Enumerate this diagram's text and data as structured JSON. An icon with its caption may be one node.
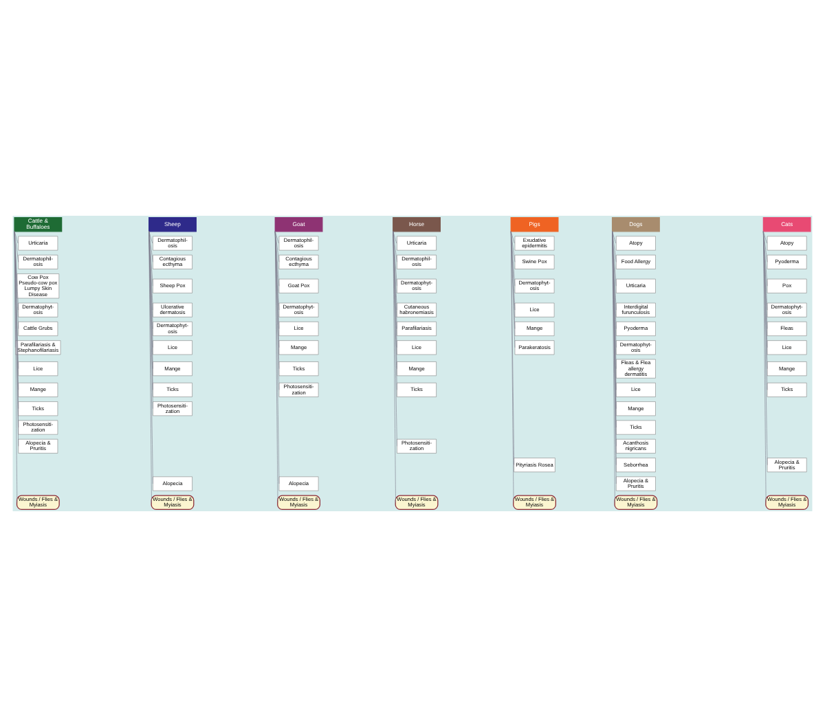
{
  "diagram": {
    "nodes": [
      {
        "text": [
          "Cattle & Buffaloes"
        ]
      },
      {
        "text": [
          "Urticaria"
        ]
      },
      {
        "text": [
          "Dermatophil- osis"
        ]
      },
      {
        "text": [
          "Cow Pox Pseudo-cow pox Lumpy Skin Disease"
        ]
      },
      {
        "text": [
          "Dermatophyt- osis"
        ]
      },
      {
        "text": [
          "Cattle Grubs"
        ]
      },
      {
        "text": [
          "Parafilariasis & Stephanofilariasis"
        ]
      },
      {
        "text": [
          "Lice"
        ]
      },
      {
        "text": [
          "Mange"
        ]
      },
      {
        "text": [
          "Ticks"
        ]
      },
      {
        "text": [
          "Photosensiti- zation"
        ]
      },
      {
        "text": [
          "Alopecia & Pruritis"
        ]
      },
      {
        "text": [
          "Wounds / Flies & Myiasis"
        ]
      },
      {
        "text": [
          "Sheep"
        ]
      },
      {
        "text": [
          "Dermatophil- osis"
        ]
      },
      {
        "text": [
          "Contagious ecthyma"
        ]
      },
      {
        "text": [
          "Sheep Pox"
        ]
      },
      {
        "text": [
          "Ulcerative dermatosis"
        ]
      },
      {
        "text": [
          "Dermatophyt- osis"
        ]
      },
      {
        "text": [
          "Lice"
        ]
      },
      {
        "text": [
          "Mange"
        ]
      },
      {
        "text": [
          "Ticks"
        ]
      },
      {
        "text": [
          "Photosensiti- zation"
        ]
      },
      {
        "text": [
          "Alopecia"
        ]
      },
      {
        "text": [
          "Wounds / Flies & Myiasis"
        ]
      },
      {
        "text": [
          "Goat"
        ]
      },
      {
        "text": [
          "Dermatophil- osis"
        ]
      },
      {
        "text": [
          "Contagious ecthyma"
        ]
      },
      {
        "text": [
          "Goat Pox"
        ]
      },
      {
        "text": [
          "Dermatophyt- osis"
        ]
      },
      {
        "text": [
          "Lice"
        ]
      },
      {
        "text": [
          "Mange"
        ]
      },
      {
        "text": [
          "Ticks"
        ]
      },
      {
        "text": [
          "Photosensiti- zation"
        ]
      },
      {
        "text": [
          "Alopecia"
        ]
      },
      {
        "text": [
          "Wounds / Flies & Myiasis"
        ]
      },
      {
        "text": [
          "Horse"
        ]
      },
      {
        "text": [
          "Urticaria"
        ]
      },
      {
        "text": [
          "Dermatophil- osis"
        ]
      },
      {
        "text": [
          "Dermatophyt- osis"
        ]
      },
      {
        "text": [
          "Cutaneous habronemiasis"
        ]
      },
      {
        "text": [
          "Parafilariasis"
        ]
      },
      {
        "text": [
          "Lice"
        ]
      },
      {
        "text": [
          "Mange"
        ]
      },
      {
        "text": [
          "Ticks"
        ]
      },
      {
        "text": [
          "Photosensiti- zation"
        ]
      },
      {
        "text": [
          "Wounds / Flies & Myiasis"
        ]
      },
      {
        "text": [
          "Pigs"
        ]
      },
      {
        "text": [
          "Exudative epidermitis"
        ]
      },
      {
        "text": [
          "Swine Pox"
        ]
      },
      {
        "text": [
          "Dermatophyt- osis"
        ]
      },
      {
        "text": [
          "Lice"
        ]
      },
      {
        "text": [
          "Mange"
        ]
      },
      {
        "text": [
          "Parakeratosis"
        ]
      },
      {
        "text": [
          "Pityriasis Rosea"
        ]
      },
      {
        "text": [
          "Wounds / Flies & Myiasis"
        ]
      },
      {
        "text": [
          "Dogs"
        ]
      },
      {
        "text": [
          "Atopy"
        ]
      },
      {
        "text": [
          "Food Allergy"
        ]
      },
      {
        "text": [
          "Urticaria"
        ]
      },
      {
        "text": [
          "Interdigital furunculosis"
        ]
      },
      {
        "text": [
          "Pyoderma"
        ]
      },
      {
        "text": [
          "Dermatophyt- osis"
        ]
      },
      {
        "text": [
          "Fleas & Flea allergy dermatitis"
        ]
      },
      {
        "text": [
          "Lice"
        ]
      },
      {
        "text": [
          "Mange"
        ]
      },
      {
        "text": [
          "Ticks"
        ]
      },
      {
        "text": [
          "Acanthosis nigricans"
        ]
      },
      {
        "text": [
          "Seborrhea"
        ]
      },
      {
        "text": [
          "Alopecia & Pruritis"
        ]
      },
      {
        "text": [
          "Wounds / Flies & Myiasis"
        ]
      },
      {
        "text": [
          "Cats"
        ]
      },
      {
        "text": [
          "Atopy"
        ]
      },
      {
        "text": [
          "Pyoderma"
        ]
      },
      {
        "text": [
          "Pox"
        ]
      },
      {
        "text": [
          "Dermatophyt- osis"
        ]
      },
      {
        "text": [
          "Fleas"
        ]
      },
      {
        "text": [
          "Lice"
        ]
      },
      {
        "text": [
          "Mange"
        ]
      },
      {
        "text": [
          "Ticks"
        ]
      },
      {
        "text": [
          "Alopecia & Pruritis"
        ]
      },
      {
        "text": [
          "Wounds / Flies & Myiasis"
        ]
      }
    ],
    "edges": [
      {
        "from": 0,
        "to": 1,
        "arrow": "none"
      },
      {
        "from": 0,
        "to": 2,
        "arrow": "none"
      },
      {
        "from": 0,
        "to": 3,
        "arrow": "none"
      },
      {
        "from": 0,
        "to": 4,
        "arrow": "none"
      },
      {
        "from": 0,
        "to": 5,
        "arrow": "none"
      },
      {
        "from": 0,
        "to": 6,
        "arrow": "none"
      },
      {
        "from": 0,
        "to": 7,
        "arrow": "none"
      },
      {
        "from": 0,
        "to": 8,
        "arrow": "none"
      },
      {
        "from": 0,
        "to": 9,
        "arrow": "none"
      },
      {
        "from": 0,
        "to": 10,
        "arrow": "none"
      },
      {
        "from": 0,
        "to": 11,
        "arrow": "none"
      },
      {
        "from": 0,
        "to": 12,
        "arrow": "none"
      },
      {
        "from": 13,
        "to": 14,
        "arrow": "none"
      },
      {
        "from": 13,
        "to": 15,
        "arrow": "none"
      },
      {
        "from": 13,
        "to": 16,
        "arrow": "none"
      },
      {
        "from": 13,
        "to": 17,
        "arrow": "none"
      },
      {
        "from": 13,
        "to": 18,
        "arrow": "none"
      },
      {
        "from": 13,
        "to": 19,
        "arrow": "none"
      },
      {
        "from": 13,
        "to": 20,
        "arrow": "none"
      },
      {
        "from": 13,
        "to": 21,
        "arrow": "none"
      },
      {
        "from": 13,
        "to": 22,
        "arrow": "none"
      },
      {
        "from": 13,
        "to": 23,
        "arrow": "none"
      },
      {
        "from": 13,
        "to": 24,
        "arrow": "none"
      },
      {
        "from": 25,
        "to": 26,
        "arrow": "none"
      },
      {
        "from": 25,
        "to": 27,
        "arrow": "none"
      },
      {
        "from": 25,
        "to": 28,
        "arrow": "none"
      },
      {
        "from": 25,
        "to": 29,
        "arrow": "none"
      },
      {
        "from": 25,
        "to": 30,
        "arrow": "none"
      },
      {
        "from": 25,
        "to": 31,
        "arrow": "none"
      },
      {
        "from": 25,
        "to": 32,
        "arrow": "none"
      },
      {
        "from": 25,
        "to": 33,
        "arrow": "none"
      },
      {
        "from": 25,
        "to": 34,
        "arrow": "none"
      },
      {
        "from": 25,
        "to": 35,
        "arrow": "none"
      },
      {
        "from": 36,
        "to": 37,
        "arrow": "none"
      },
      {
        "from": 36,
        "to": 38,
        "arrow": "none"
      },
      {
        "from": 36,
        "to": 39,
        "arrow": "none"
      },
      {
        "from": 36,
        "to": 40,
        "arrow": "none"
      },
      {
        "from": 36,
        "to": 41,
        "arrow": "none"
      },
      {
        "from": 36,
        "to": 42,
        "arrow": "none"
      },
      {
        "from": 36,
        "to": 43,
        "arrow": "none"
      },
      {
        "from": 36,
        "to": 44,
        "arrow": "none"
      },
      {
        "from": 36,
        "to": 45,
        "arrow": "none"
      },
      {
        "from": 36,
        "to": 46,
        "arrow": "none"
      },
      {
        "from": 47,
        "to": 48,
        "arrow": "none"
      },
      {
        "from": 47,
        "to": 49,
        "arrow": "none"
      },
      {
        "from": 47,
        "to": 50,
        "arrow": "none"
      },
      {
        "from": 47,
        "to": 51,
        "arrow": "none"
      },
      {
        "from": 47,
        "to": 52,
        "arrow": "none"
      },
      {
        "from": 47,
        "to": 53,
        "arrow": "none"
      },
      {
        "from": 47,
        "to": 54,
        "arrow": "none"
      },
      {
        "from": 47,
        "to": 55,
        "arrow": "none"
      },
      {
        "from": 56,
        "to": 57,
        "arrow": "none"
      },
      {
        "from": 56,
        "to": 58,
        "arrow": "none"
      },
      {
        "from": 56,
        "to": 59,
        "arrow": "none"
      },
      {
        "from": 56,
        "to": 60,
        "arrow": "none"
      },
      {
        "from": 56,
        "to": 61,
        "arrow": "none"
      },
      {
        "from": 56,
        "to": 62,
        "arrow": "none"
      },
      {
        "from": 56,
        "to": 63,
        "arrow": "none"
      },
      {
        "from": 56,
        "to": 64,
        "arrow": "none"
      },
      {
        "from": 56,
        "to": 65,
        "arrow": "none"
      },
      {
        "from": 56,
        "to": 66,
        "arrow": "none"
      },
      {
        "from": 56,
        "to": 67,
        "arrow": "none"
      },
      {
        "from": 56,
        "to": 68,
        "arrow": "none"
      },
      {
        "from": 56,
        "to": 69,
        "arrow": "none"
      },
      {
        "from": 56,
        "to": 70,
        "arrow": "none"
      },
      {
        "from": 71,
        "to": 72,
        "arrow": "none"
      },
      {
        "from": 71,
        "to": 73,
        "arrow": "none"
      },
      {
        "from": 71,
        "to": 74,
        "arrow": "none"
      },
      {
        "from": 71,
        "to": 75,
        "arrow": "none"
      },
      {
        "from": 71,
        "to": 76,
        "arrow": "none"
      },
      {
        "from": 71,
        "to": 77,
        "arrow": "none"
      },
      {
        "from": 71,
        "to": 78,
        "arrow": "none"
      },
      {
        "from": 71,
        "to": 79,
        "arrow": "none"
      },
      {
        "from": 71,
        "to": 80,
        "arrow": "none"
      },
      {
        "from": 71,
        "to": 81,
        "arrow": "none"
      }
    ]
  }
}
